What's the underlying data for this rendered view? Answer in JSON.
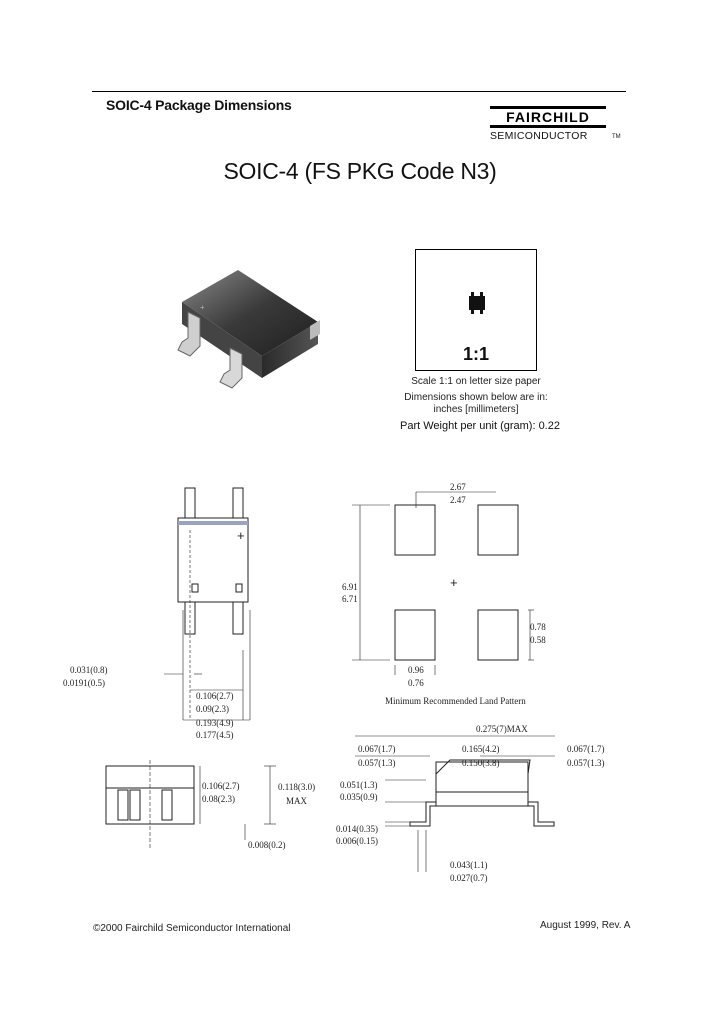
{
  "header": {
    "section_title": "SOIC-4 Package Dimensions"
  },
  "logo": {
    "brand": "FAIRCHILD",
    "sub": "SEMICONDUCTOR",
    "tm": "TM"
  },
  "title": "SOIC-4 (FS PKG Code N3)",
  "scale": {
    "ratio": "1:1",
    "caption1": "Scale 1:1 on letter size paper",
    "caption2": "Dimensions shown below are in:",
    "caption3": "inches [millimeters]",
    "weight": "Part Weight per unit (gram):  0.22"
  },
  "top_view": {
    "d1_in": "0.031(0.8)",
    "d1_mm": "0.0191(0.5)",
    "d2_in": "0.106(2.7)",
    "d2_mm": "0.09(2.3)",
    "d3_in": "0.193(4.9)",
    "d3_mm": "0.177(4.5)"
  },
  "land_pattern": {
    "caption": "Minimum Recommended Land Pattern",
    "w_top": "2.67",
    "w_bot": "2.47",
    "h_top": "6.91",
    "h_bot": "6.71",
    "p_top": "0.78",
    "p_bot": "0.58",
    "pad_top": "0.96",
    "pad_bot": "0.76"
  },
  "side_view": {
    "a_in": "0.106(2.7)",
    "a_mm": "0.08(2.3)",
    "b_in": "0.118(3.0)",
    "b_max": "MAX",
    "c": "0.008(0.2)"
  },
  "end_view": {
    "max": "0.275(7)MAX",
    "l_in": "0.067(1.7)",
    "l_mm": "0.057(1.3)",
    "m_in": "0.165(4.2)",
    "m_mm": "0.150(3.8)",
    "r_in": "0.067(1.7)",
    "r_mm": "0.057(1.3)",
    "s_in": "0.051(1.3)",
    "s_mm": "0.035(0.9)",
    "t_in": "0.014(0.35)",
    "t_mm": "0.006(0.15)",
    "u_in": "0.043(1.1)",
    "u_mm": "0.027(0.7)"
  },
  "footer": {
    "copyright": "©2000 Fairchild Semiconductor International",
    "revision": "August 1999, Rev. A"
  }
}
